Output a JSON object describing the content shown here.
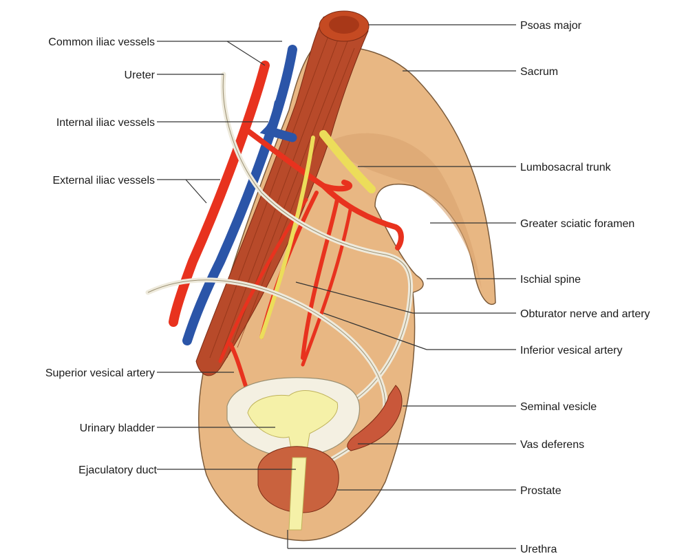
{
  "labels": {
    "left": {
      "common_iliac": "Common iliac vessels",
      "ureter": "Ureter",
      "internal_iliac": "Internal iliac vessels",
      "external_iliac": "External iliac vessels",
      "superior_vesical": "Superior vesical artery",
      "urinary_bladder": "Urinary bladder",
      "ejaculatory_duct": "Ejaculatory duct"
    },
    "right": {
      "psoas_major": "Psoas major",
      "sacrum": "Sacrum",
      "lumbosacral_trunk": "Lumbosacral trunk",
      "greater_sciatic": "Greater sciatic foramen",
      "ischial_spine": "Ischial spine",
      "obturator": "Obturator nerve and artery",
      "inferior_vesical": "Inferior vesical artery",
      "seminal_vesicle": "Seminal vesicle",
      "vas_deferens": "Vas deferens",
      "prostate": "Prostate",
      "urethra": "Urethra"
    }
  },
  "colors": {
    "pelvis": "#e8b783",
    "pelvis_outline": "#7a5a3a",
    "artery": "#e8321e",
    "vein": "#2b55a8",
    "muscle": "#b84a2a",
    "nerve": "#ecdd5a",
    "ureter": "#eeeadc",
    "bladder_wall": "#f4f0e2",
    "bladder_lumen": "#f5f1a8",
    "prostate": "#c9623e",
    "seminal_vesicle": "#c9573a"
  }
}
